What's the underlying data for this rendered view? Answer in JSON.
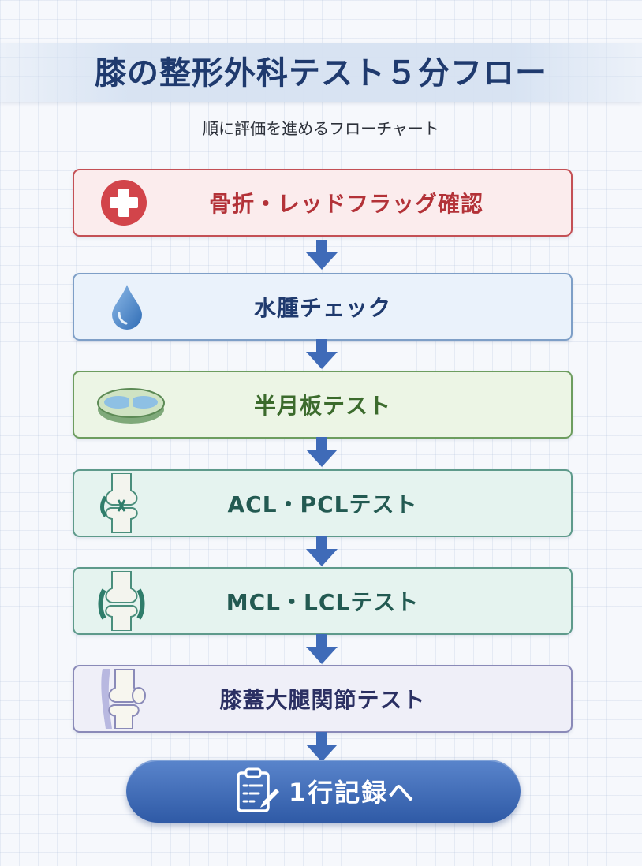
{
  "header": {
    "title": "膝の整形外科テスト５分フロー",
    "subtitle": "順に評価を進めるフローチャート"
  },
  "steps": [
    {
      "label": "骨折・レッドフラッグ確認",
      "icon": "medical-cross-icon",
      "color": "#c45055"
    },
    {
      "label": "水腫チェック",
      "icon": "water-drop-icon",
      "color": "#7e9fc7"
    },
    {
      "label": "半月板テスト",
      "icon": "meniscus-icon",
      "color": "#6d9d5f"
    },
    {
      "label": "ACL・PCLテスト",
      "icon": "knee-joint-icon",
      "color": "#5e9a8b"
    },
    {
      "label": "MCL・LCLテスト",
      "icon": "knee-joint-icon",
      "color": "#5e9a8b"
    },
    {
      "label": "膝蓋大腿関節テスト",
      "icon": "patellofemoral-joint-icon",
      "color": "#8a8ab8"
    }
  ],
  "final": {
    "label": "1行記録へ",
    "icon": "clipboard-pen-icon",
    "color": "#3a66b3"
  },
  "arrow_color": "#3f6bb8"
}
